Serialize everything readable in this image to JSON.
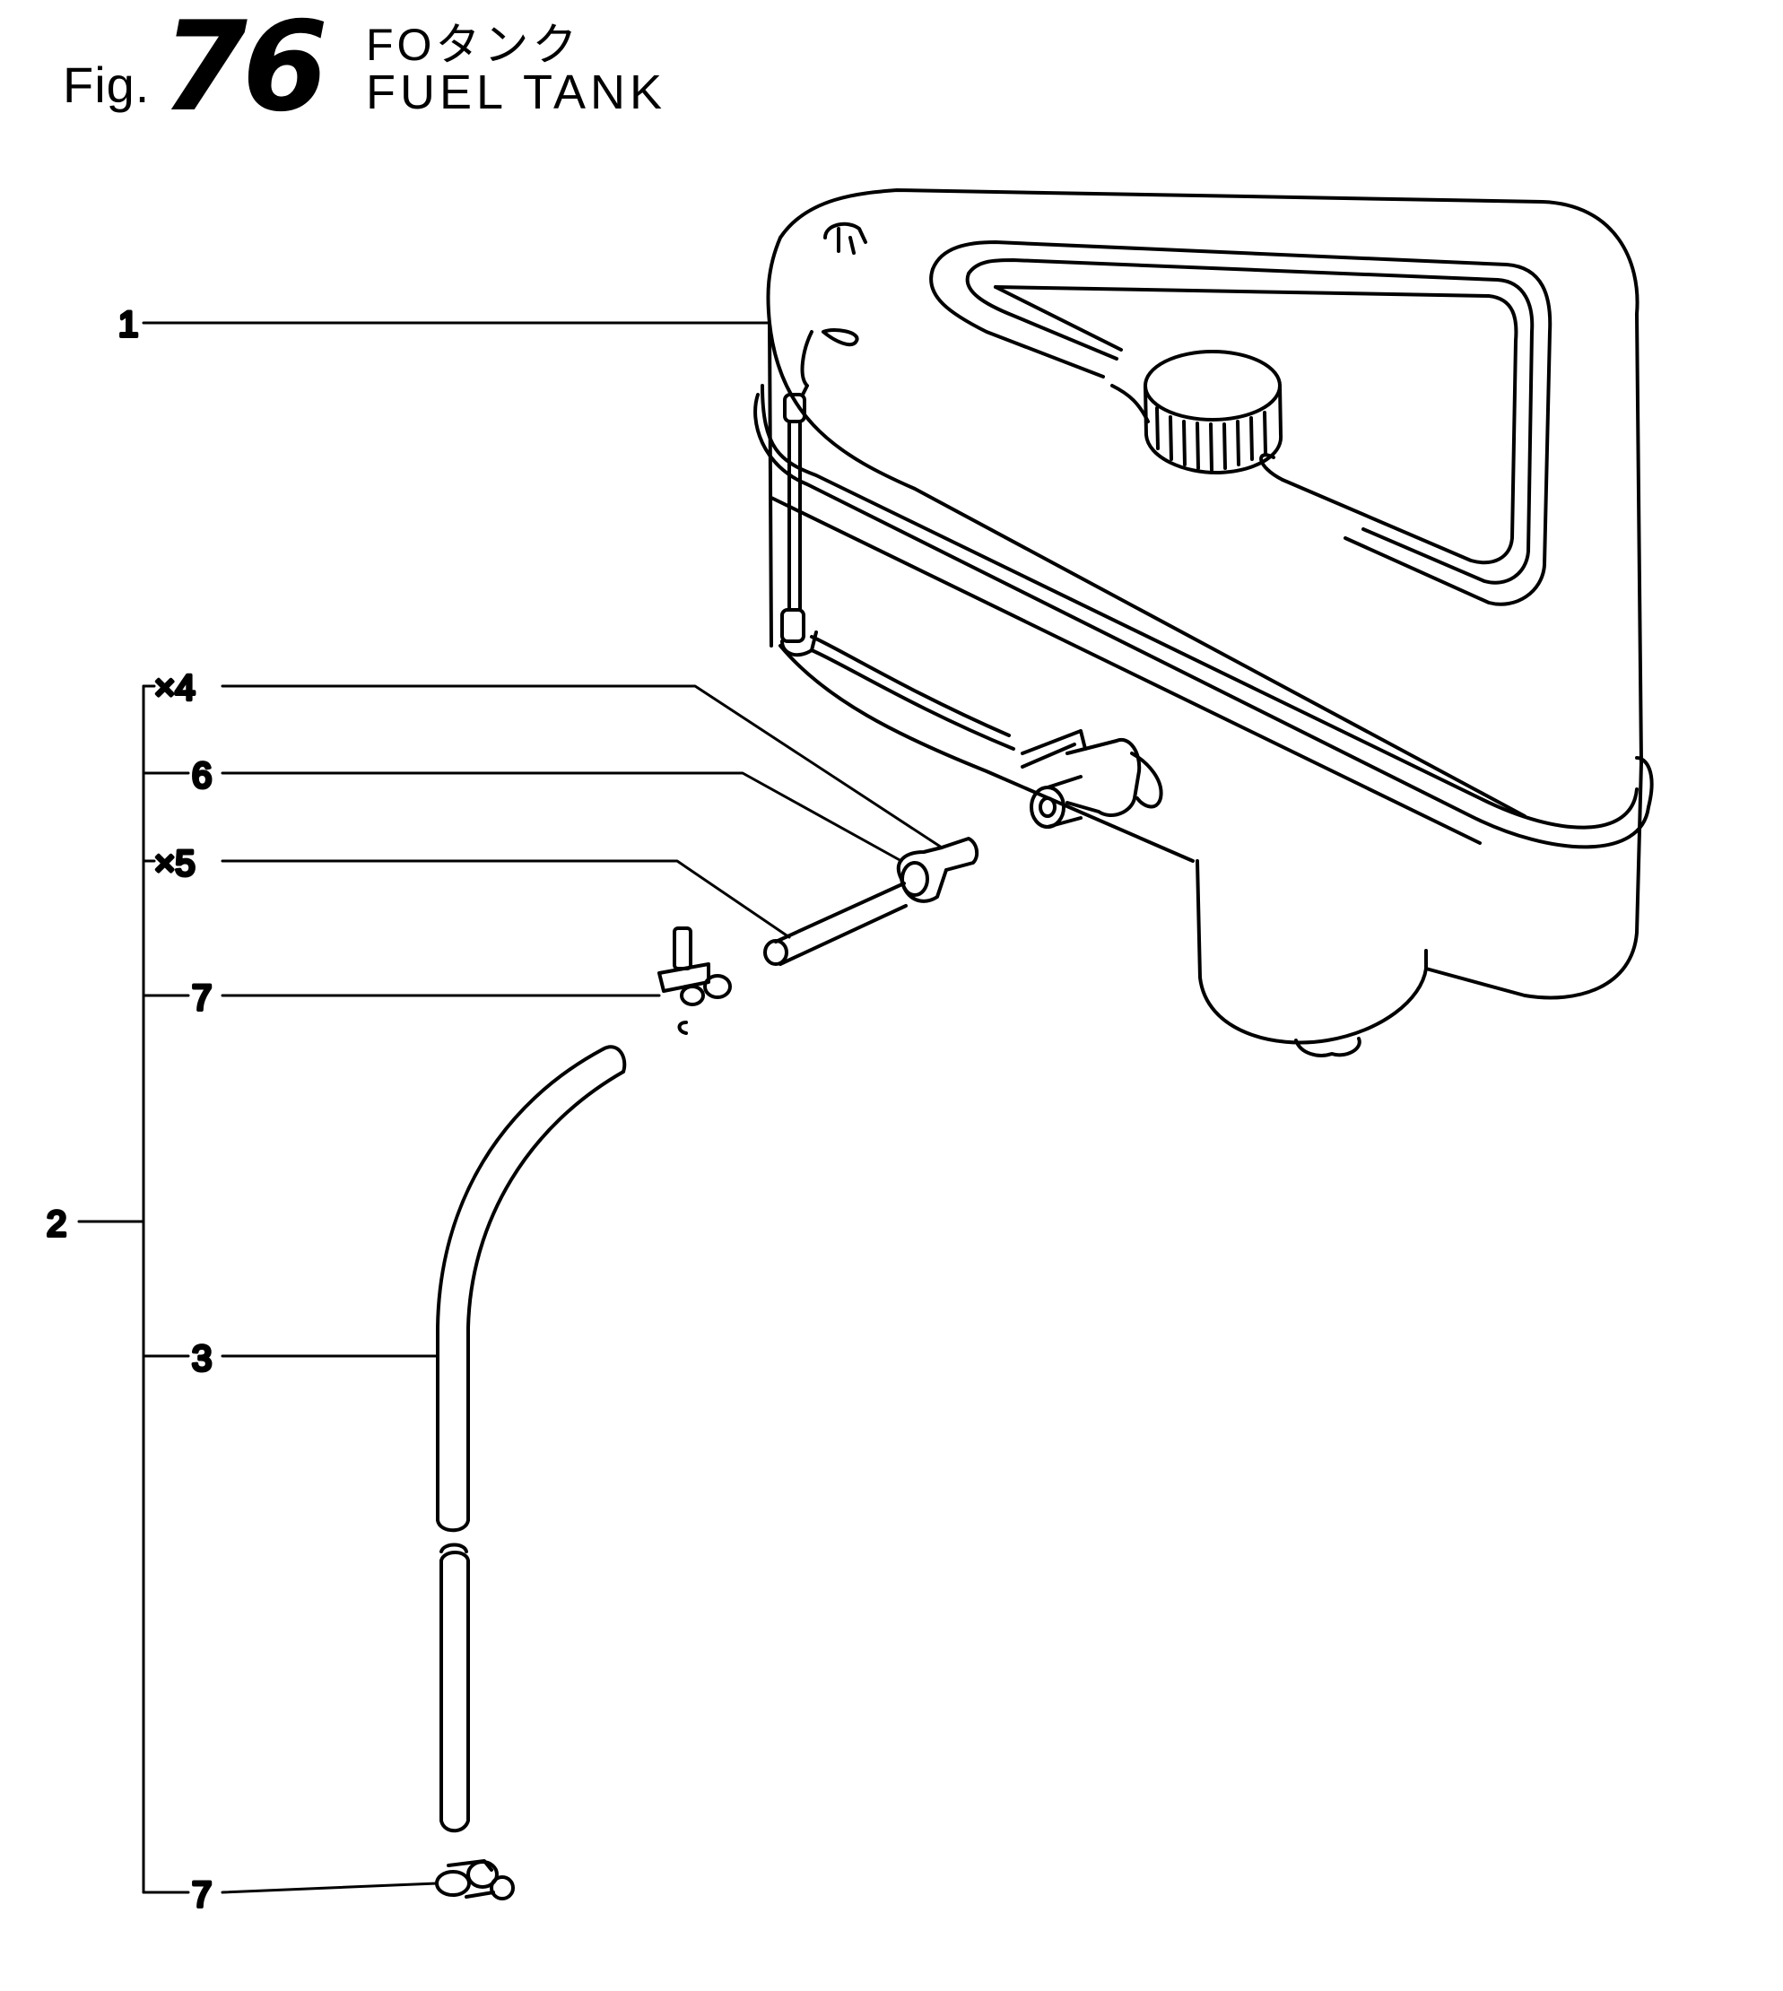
{
  "figure": {
    "prefix": "Fig.",
    "number": "76",
    "title_jp": "FOタンク",
    "title_en": "FUEL TANK"
  },
  "callouts": {
    "c1": "1",
    "c2": "2",
    "c3": "3",
    "c4": "×4",
    "c5": "×5",
    "c6": "6",
    "c7a": "7",
    "c7b": "7"
  },
  "colors": {
    "ink": "#000000",
    "paper": "#ffffff"
  }
}
